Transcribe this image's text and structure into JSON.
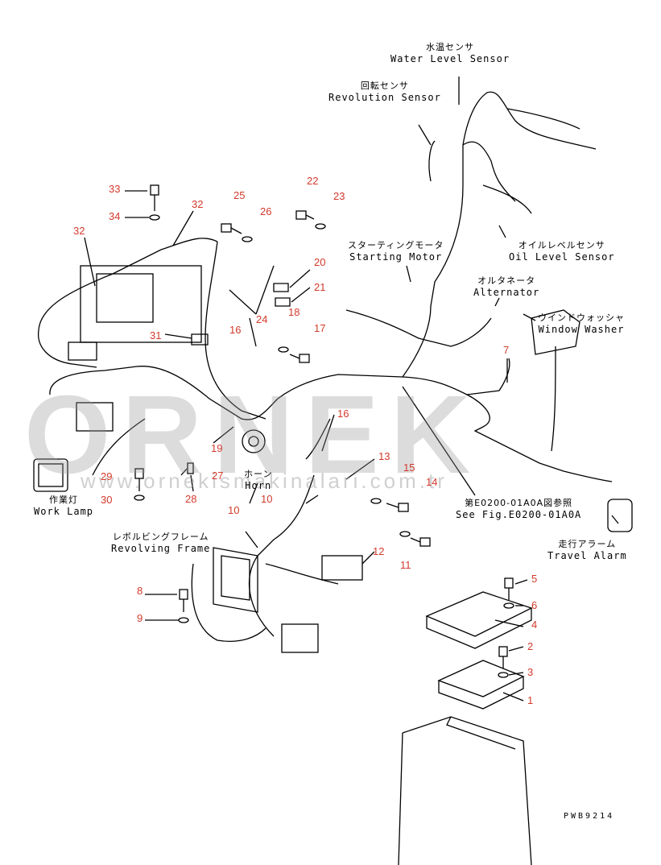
{
  "labels": {
    "water_level_sensor": {
      "jp": "水温センサ",
      "en": "Water Level Sensor"
    },
    "revolution_sensor": {
      "jp": "回転センサ",
      "en": "Revolution Sensor"
    },
    "starting_motor": {
      "jp": "スターティングモータ",
      "en": "Starting Motor"
    },
    "oil_level_sensor": {
      "jp": "オイルレベルセンサ",
      "en": "Oil Level Sensor"
    },
    "alternator": {
      "jp": "オルタネータ",
      "en": "Alternator"
    },
    "window_washer": {
      "jp": "ウインドウォッシャ",
      "en": "Window Washer"
    },
    "horn": {
      "jp": "ホーン",
      "en": "Horn"
    },
    "work_lamp": {
      "jp": "作業灯",
      "en": "Work Lamp"
    },
    "revolving_frame": {
      "jp": "レボルビングフレーム",
      "en": "Revolving Frame"
    },
    "see_fig": {
      "jp": "第E0200-01A0A図参照",
      "en": "See Fig.E0200-01A0A"
    },
    "travel_alarm": {
      "jp": "走行アラーム",
      "en": "Travel Alarm"
    }
  },
  "part_numbers": {
    "n1": "1",
    "n2": "2",
    "n3": "3",
    "n4": "4",
    "n5": "5",
    "n6": "6",
    "n7": "7",
    "n8": "8",
    "n9": "9",
    "n10a": "10",
    "n10b": "10",
    "n11": "11",
    "n12": "12",
    "n13": "13",
    "n14": "14",
    "n15": "15",
    "n16a": "16",
    "n16b": "16",
    "n17": "17",
    "n18": "18",
    "n19": "19",
    "n20": "20",
    "n21": "21",
    "n22": "22",
    "n23": "23",
    "n24": "24",
    "n25": "25",
    "n26": "26",
    "n27": "27",
    "n28": "28",
    "n29": "29",
    "n30": "30",
    "n31": "31",
    "n32a": "32",
    "n32b": "32",
    "n33": "33",
    "n34": "34"
  },
  "watermark": {
    "brand": "ORNEK",
    "url": "www.ornekismakinalari.com.tr"
  },
  "drawing_code": "PWB9214",
  "colors": {
    "callout_number": "#d33a2c",
    "line": "#000000",
    "watermark": "#969696"
  }
}
